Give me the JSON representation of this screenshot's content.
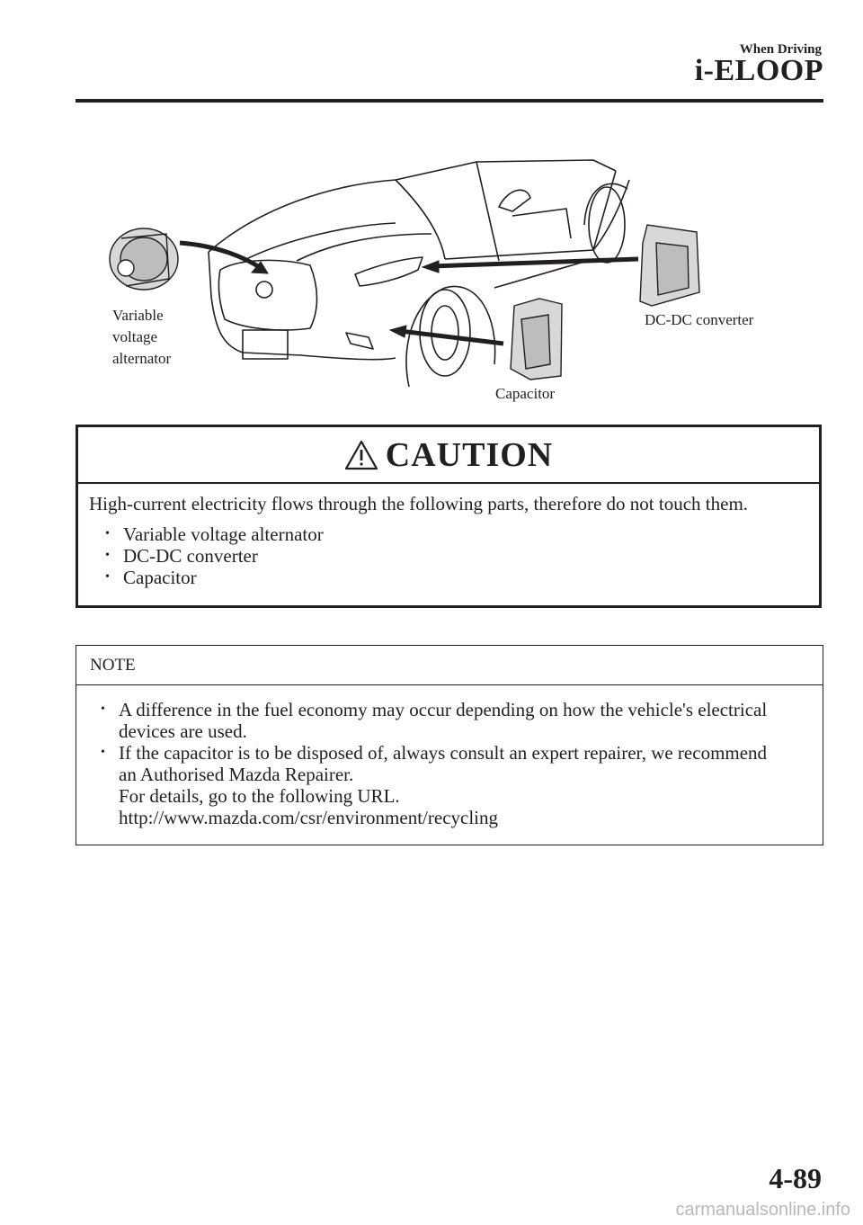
{
  "header": {
    "section": "When Driving",
    "title": "i-ELOOP"
  },
  "diagram": {
    "labels": {
      "alternator": "Variable\nvoltage\nalternator",
      "dcdc": "DC-DC converter",
      "capacitor": "Capacitor"
    }
  },
  "caution": {
    "title": "CAUTION",
    "intro": "High-current electricity flows through the following parts, therefore do not touch them.",
    "items": [
      "Variable voltage alternator",
      "DC-DC converter",
      "Capacitor"
    ]
  },
  "note": {
    "title": "NOTE",
    "items": [
      {
        "lines": [
          "A difference in the fuel economy may occur depending on how the vehicle's electrical",
          "devices are used."
        ]
      },
      {
        "lines": [
          "If the capacitor is to be disposed of, always consult an expert repairer, we recommend",
          "an Authorised Mazda Repairer.",
          "For details, go to the following URL.",
          "http://www.mazda.com/csr/environment/recycling"
        ]
      }
    ]
  },
  "page_number": "4-89",
  "watermark": "carmanualsonline.info"
}
